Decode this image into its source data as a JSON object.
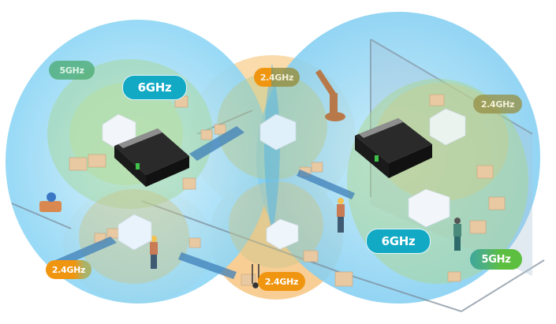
{
  "title": "Wireless coverage zones in a smart warehouse / factory",
  "colors": {
    "band_6ghz": "#12a9c4",
    "band_5ghz": "#5cbf3f",
    "band_24ghz": "#f0950f",
    "coverage_blue": "#8fd6f5",
    "coverage_green": "#9fd39a",
    "coverage_orange": "#f7c98a",
    "gateway_body": "#1f1f1f",
    "access_point": "#f2f6fa"
  },
  "badges": [
    {
      "id": "left-5ghz",
      "label": "5GHz",
      "band": "5GHz"
    },
    {
      "id": "left-6ghz",
      "label": "6GHz",
      "band": "6GHz"
    },
    {
      "id": "top-center-24ghz",
      "label": "2.4GHz",
      "band": "2.4GHz"
    },
    {
      "id": "right-24ghz",
      "label": "2.4GHz",
      "band": "2.4GHz"
    },
    {
      "id": "right-6ghz",
      "label": "6GHz",
      "band": "6GHz"
    },
    {
      "id": "right-5ghz",
      "label": "5GHz",
      "band": "5GHz"
    },
    {
      "id": "bottom-left-24ghz",
      "label": "2.4GHz",
      "band": "2.4GHz"
    },
    {
      "id": "bottom-center-24ghz",
      "label": "2.4GHz",
      "band": "2.4GHz"
    }
  ],
  "devices": {
    "gateways": [
      "left-gateway",
      "right-gateway"
    ],
    "access_points": [
      "ap-left-top",
      "ap-left-bottom",
      "ap-center-top",
      "ap-center-bottom",
      "ap-right-top",
      "ap-right-bottom"
    ]
  }
}
